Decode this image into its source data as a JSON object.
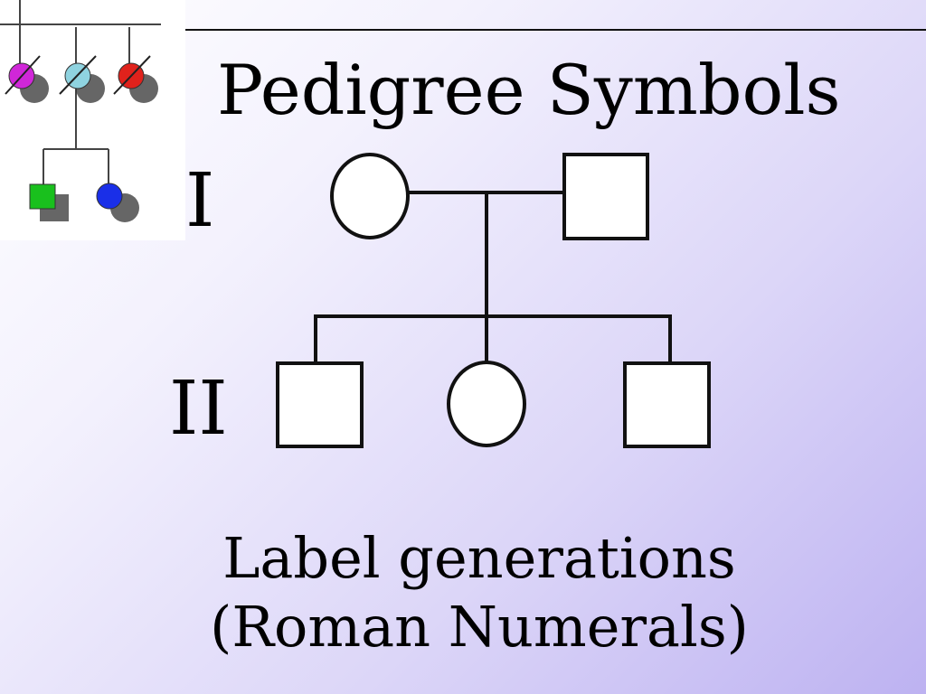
{
  "slide": {
    "title": "Pedigree Symbols",
    "caption_line1": "Label generations",
    "caption_line2": "(Roman Numerals)"
  },
  "generations": [
    {
      "label": "I",
      "members": [
        "female",
        "male"
      ]
    },
    {
      "label": "II",
      "members": [
        "male",
        "female",
        "male"
      ]
    }
  ],
  "logo": {
    "top_row": [
      {
        "shape": "circle",
        "color": "#d027d8",
        "deceased": true
      },
      {
        "shape": "circle",
        "color": "#8fd3e0",
        "deceased": true
      },
      {
        "shape": "circle",
        "color": "#e0221c",
        "deceased": true
      }
    ],
    "bottom_row": [
      {
        "shape": "square",
        "color": "#19c01d"
      },
      {
        "shape": "circle",
        "color": "#1a2fe8"
      }
    ]
  }
}
